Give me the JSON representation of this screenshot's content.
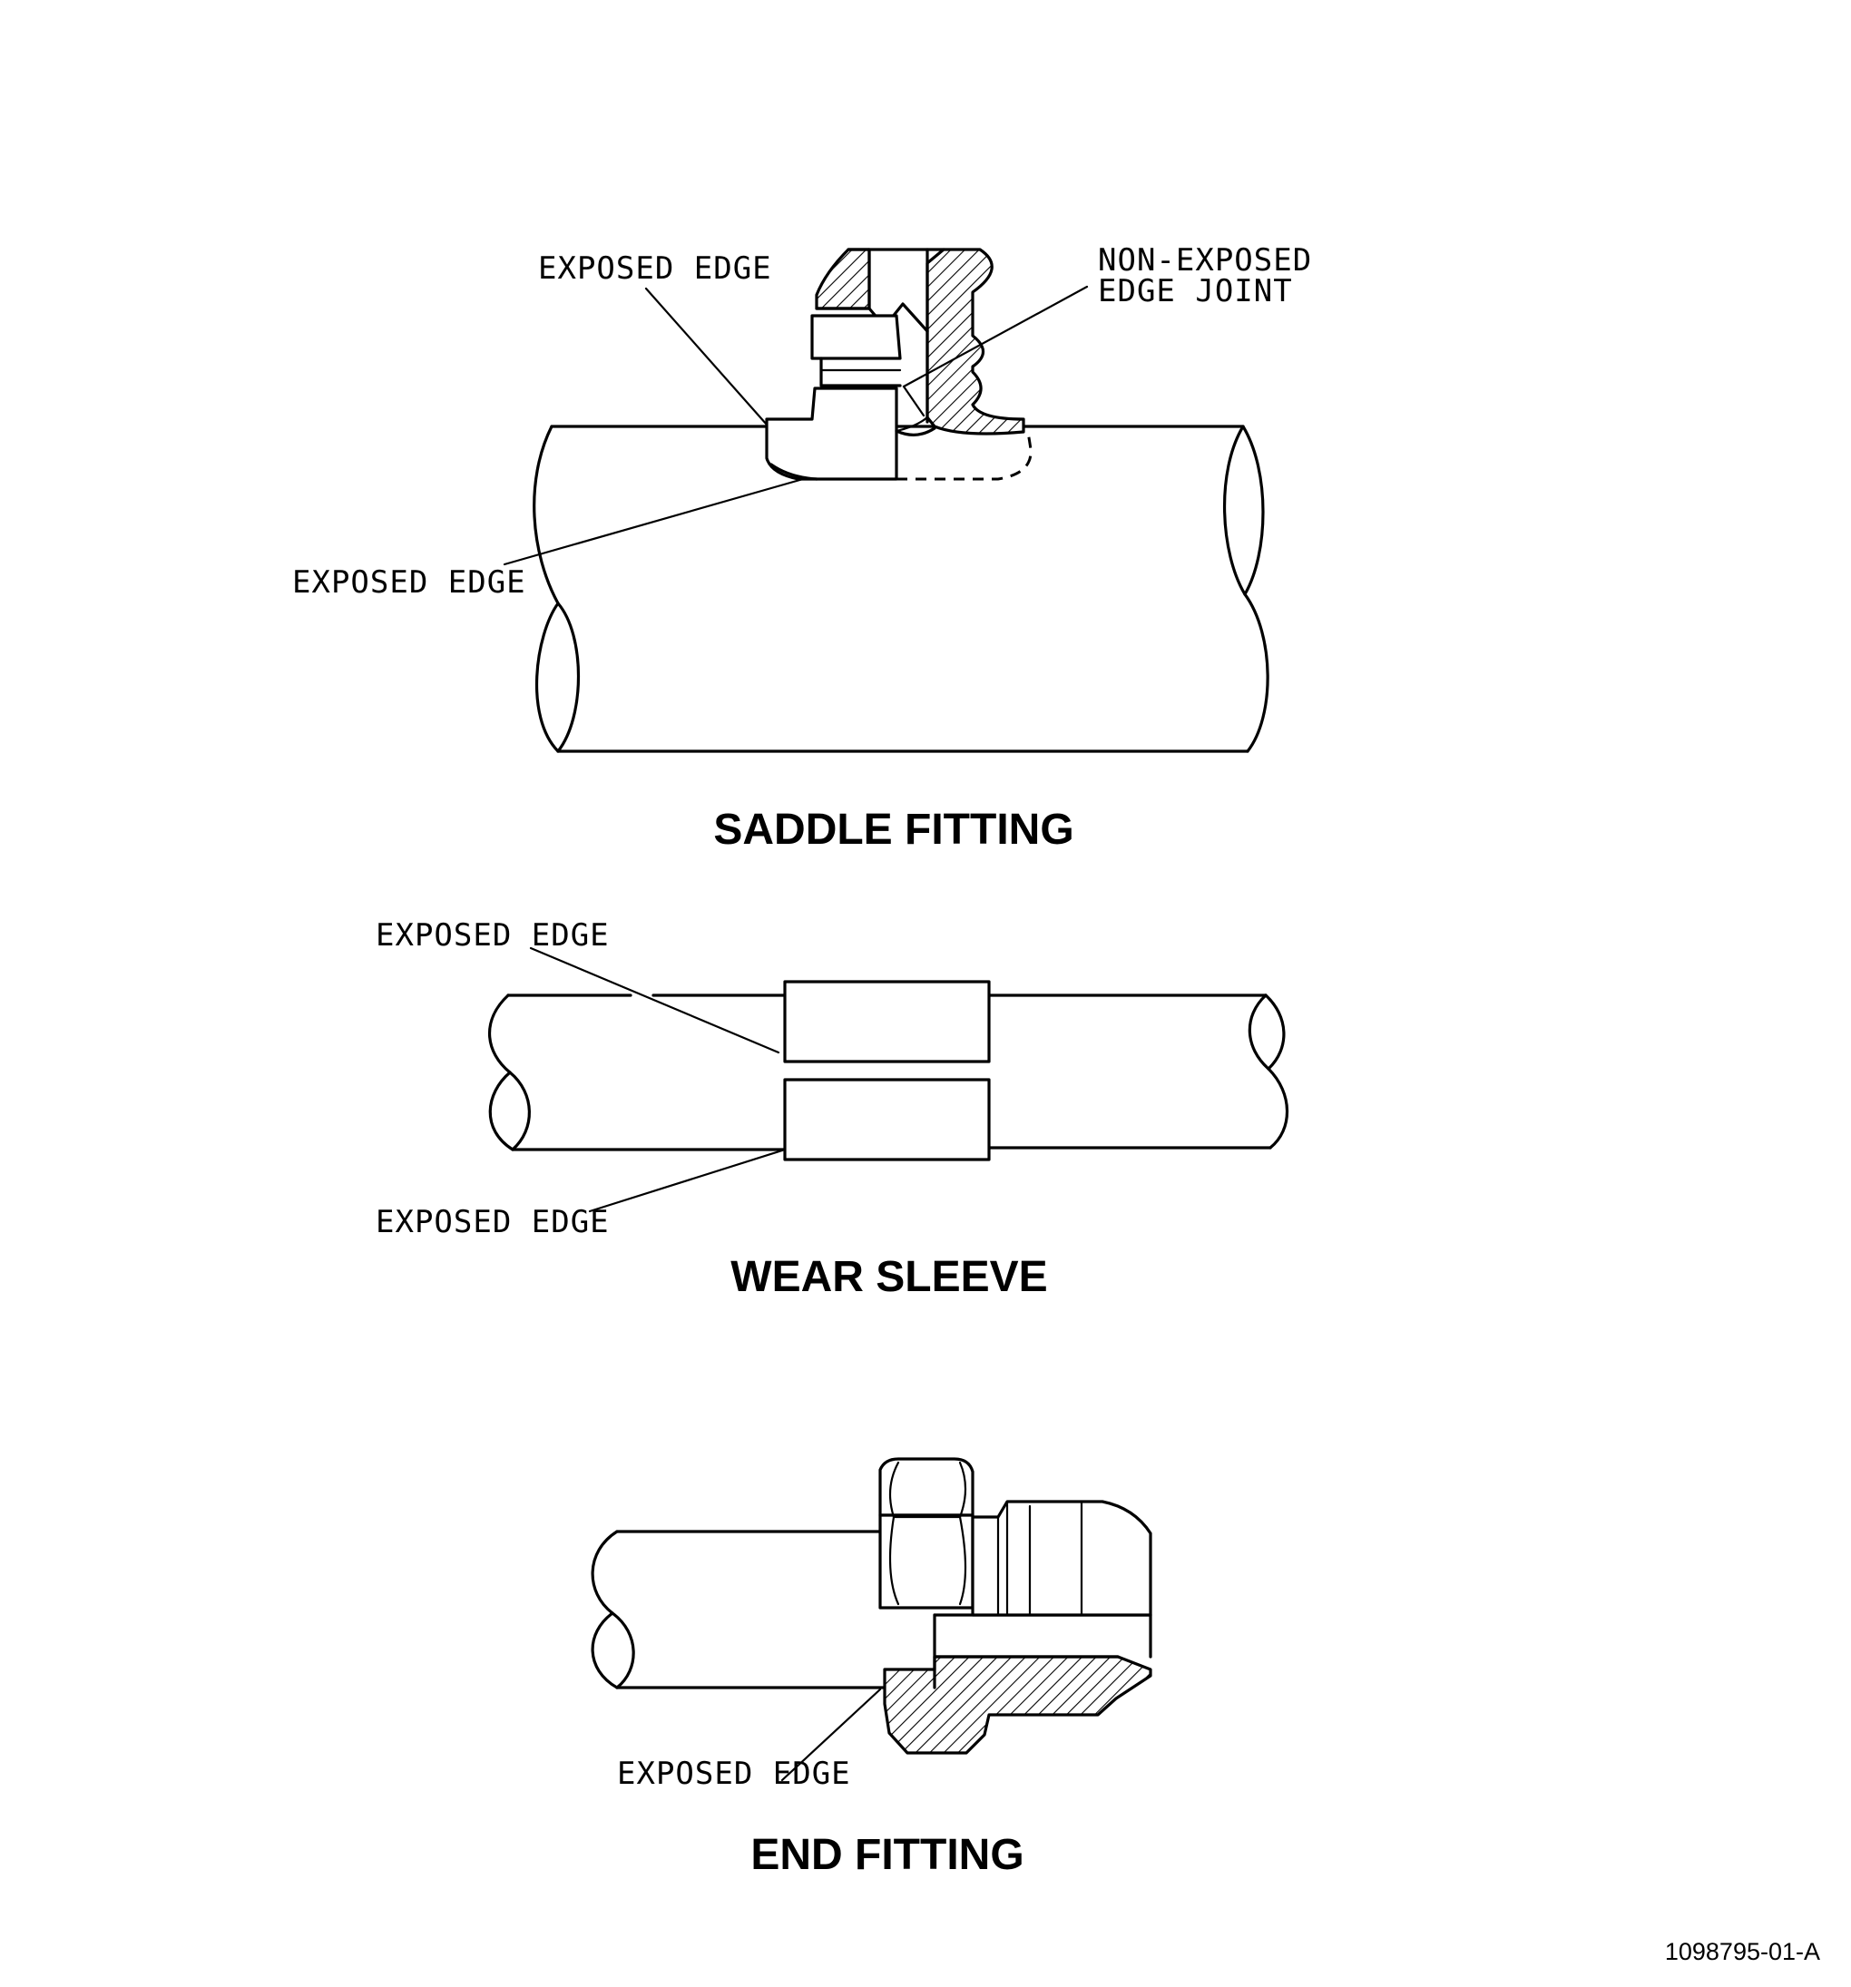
{
  "saddle_fitting": {
    "title": "SADDLE FITTING",
    "label_exposed_edge_top": "EXPOSED EDGE",
    "label_non_exposed_line1": "NON-EXPOSED",
    "label_non_exposed_line2": "EDGE JOINT",
    "label_exposed_edge_bottom": "EXPOSED EDGE"
  },
  "wear_sleeve": {
    "title": "WEAR SLEEVE",
    "label_exposed_edge_top": "EXPOSED EDGE",
    "label_exposed_edge_bottom": "EXPOSED EDGE"
  },
  "end_fitting": {
    "title": "END FITTING",
    "label_exposed_edge": "EXPOSED EDGE"
  },
  "figure_id": "1098795-01-A"
}
